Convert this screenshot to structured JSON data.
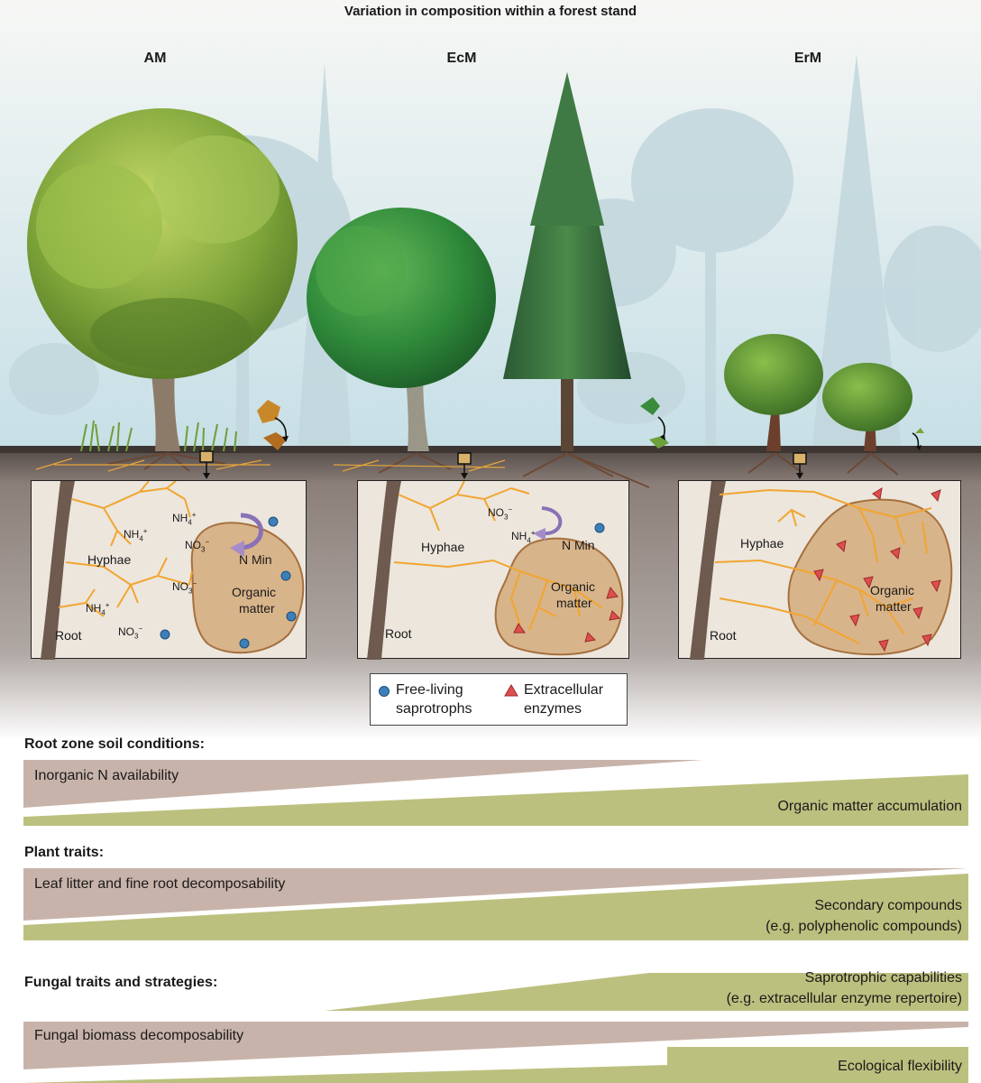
{
  "title": "Variation in composition within a forest stand",
  "columns": [
    {
      "label": "AM"
    },
    {
      "label": "EcM"
    },
    {
      "label": "ErM"
    }
  ],
  "panels": {
    "am": {
      "hyphae": "Hyphae",
      "root": "Root",
      "n_min": "N Min",
      "organic": "Organic",
      "matter": "matter",
      "nh4": "NH",
      "no3": "NO"
    },
    "ecm": {
      "hyphae": "Hyphae",
      "root": "Root",
      "n_min": "N Min",
      "organic": "Organic",
      "matter": "matter",
      "nh4": "NH",
      "no3": "NO"
    },
    "erm": {
      "hyphae": "Hyphae",
      "root": "Root",
      "organic": "Organic",
      "matter": "matter"
    },
    "ion_sub": {
      "nh4": "4",
      "nh4_sup": "+",
      "no3": "3",
      "no3_sup": "−"
    }
  },
  "legend": {
    "saprotrophs_line1": "Free-living",
    "saprotrophs_line2": "saprotrophs",
    "enzymes_line1": "Extracellular",
    "enzymes_line2": "enzymes"
  },
  "sections": {
    "soil": {
      "heading": "Root zone soil conditions:",
      "inorganic_n": "Inorganic N availability",
      "organic_accum": "Organic matter accumulation"
    },
    "plant": {
      "heading": "Plant traits:",
      "decomposability": "Leaf litter and fine root decomposability",
      "secondary": "Secondary compounds",
      "secondary_example": "(e.g. polyphenolic compounds)"
    },
    "fungal": {
      "heading": "Fungal traits and strategies:",
      "sapro": "Saprotrophic capabilities",
      "sapro_example": "(e.g. extracellular enzyme repertoire)",
      "biomass": "Fungal biomass decomposability",
      "flexibility": "Ecological flexibility"
    }
  },
  "colors": {
    "sky_top": "#f4f6f4",
    "sky_bottom": "#c9e2e8",
    "soil_top": "#5a504b",
    "soil_bottom": "#ffffff",
    "hyphae": "#f2a530",
    "organic_fill": "#d8b48a",
    "organic_edge": "#a6703e",
    "wedge_brown": "#c8b3aa",
    "wedge_green": "#bcc07e",
    "saprotroph": "#3d7fb8",
    "enzyme": "#de4e4e",
    "arrow_purple": "#a58cc8"
  }
}
